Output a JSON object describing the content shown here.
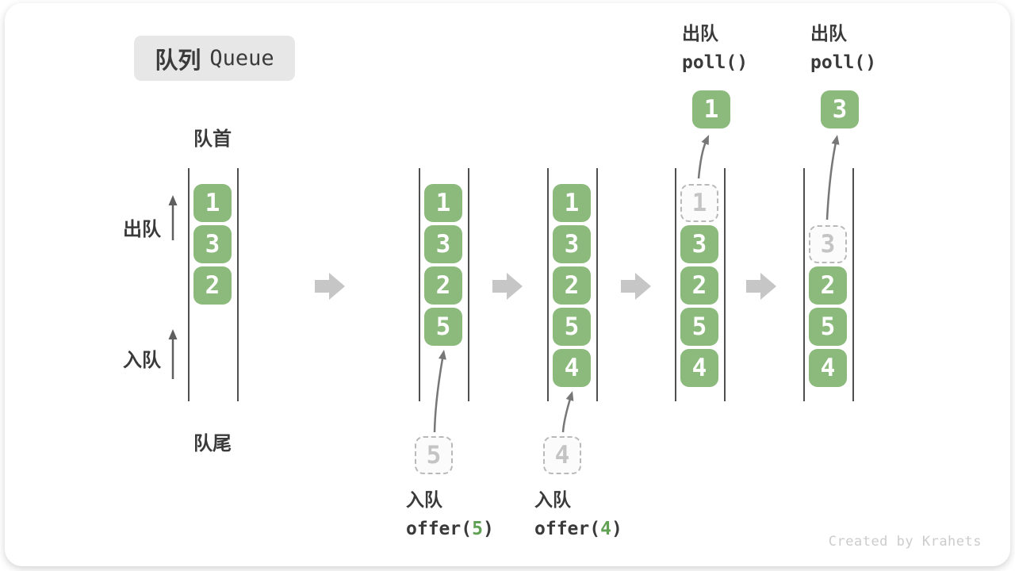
{
  "title": {
    "zh": "队列",
    "en": "Queue"
  },
  "side_labels": {
    "front": "队首",
    "rear": "队尾",
    "dequeue": "出队",
    "enqueue": "入队"
  },
  "watermark": "Created by Krahets",
  "colors": {
    "box_green": "#8cba7d",
    "code_arg_green": "#60a153",
    "flow_arrow_gray": "#c6c6c6",
    "thin_arrow_gray": "#777777",
    "side_arrow_gray": "#5f5f5f",
    "wall_dark": "#4f4f4f",
    "text_dark": "#3a3a3a",
    "dashed_gray": "#b9b9b9"
  },
  "queues": [
    {
      "slots": [
        {
          "row": 0,
          "value": "1",
          "type": "solid"
        },
        {
          "row": 1,
          "value": "3",
          "type": "solid"
        },
        {
          "row": 2,
          "value": "2",
          "type": "solid"
        }
      ]
    },
    {
      "slots": [
        {
          "row": 0,
          "value": "1",
          "type": "solid"
        },
        {
          "row": 1,
          "value": "3",
          "type": "solid"
        },
        {
          "row": 2,
          "value": "2",
          "type": "solid"
        },
        {
          "row": 3,
          "value": "5",
          "type": "solid"
        }
      ],
      "incoming": {
        "value": "5",
        "label": "入队",
        "code_pre": "offer(",
        "code_arg": "5",
        "code_post": ")"
      }
    },
    {
      "slots": [
        {
          "row": 0,
          "value": "1",
          "type": "solid"
        },
        {
          "row": 1,
          "value": "3",
          "type": "solid"
        },
        {
          "row": 2,
          "value": "2",
          "type": "solid"
        },
        {
          "row": 3,
          "value": "5",
          "type": "solid"
        },
        {
          "row": 4,
          "value": "4",
          "type": "solid"
        }
      ],
      "incoming": {
        "value": "4",
        "label": "入队",
        "code_pre": "offer(",
        "code_arg": "4",
        "code_post": ")"
      }
    },
    {
      "slots": [
        {
          "row": 0,
          "value": "1",
          "type": "dashed"
        },
        {
          "row": 1,
          "value": "3",
          "type": "solid"
        },
        {
          "row": 2,
          "value": "2",
          "type": "solid"
        },
        {
          "row": 3,
          "value": "5",
          "type": "solid"
        },
        {
          "row": 4,
          "value": "4",
          "type": "solid"
        }
      ],
      "outgoing": {
        "value": "1",
        "label": "出队",
        "code": "poll()"
      }
    },
    {
      "slots": [
        {
          "row": 1,
          "value": "3",
          "type": "dashed"
        },
        {
          "row": 2,
          "value": "2",
          "type": "solid"
        },
        {
          "row": 3,
          "value": "5",
          "type": "solid"
        },
        {
          "row": 4,
          "value": "4",
          "type": "solid"
        }
      ],
      "outgoing": {
        "value": "3",
        "label": "出队",
        "code": "poll()"
      }
    }
  ]
}
